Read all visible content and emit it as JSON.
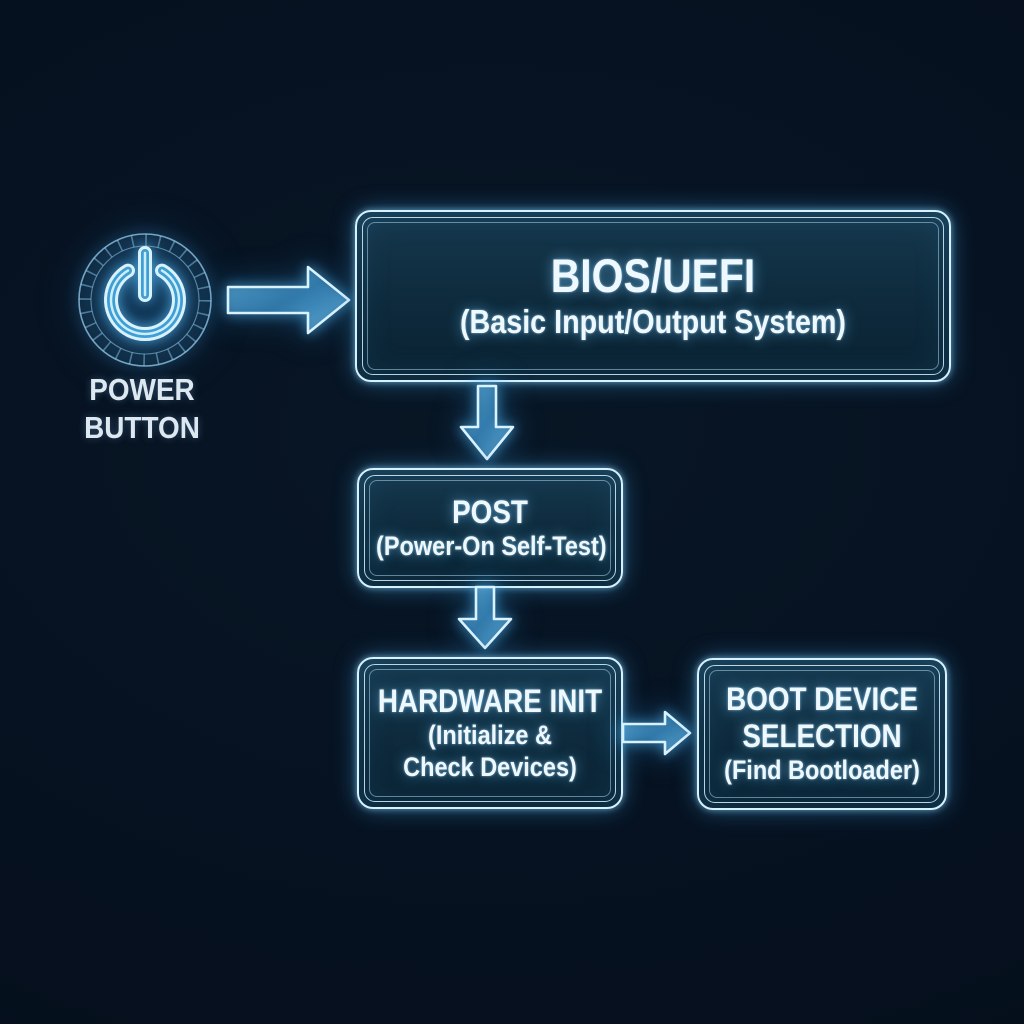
{
  "diagram": {
    "title_semantic": "Computer boot process flow",
    "background_color": "#061120",
    "accent_glow_color": "#4fb4e8",
    "line_color": "#d8f1ff",
    "text_color": "#eef8ff",
    "box_fill_color": "#0e2a3c"
  },
  "power": {
    "label_line1": "POWER",
    "label_line2": "BUTTON",
    "icon": "power-icon"
  },
  "nodes": {
    "bios": {
      "title": "BIOS/UEFI",
      "subtitle": "(Basic Input/Output System)"
    },
    "post": {
      "title": "POST",
      "subtitle": "(Power-On Self-Test)"
    },
    "hwinit": {
      "title": "HARDWARE INIT",
      "subtitle_line1": "(Initialize &",
      "subtitle_line2": "Check Devices)"
    },
    "boot": {
      "title_line1": "BOOT DEVICE",
      "title_line2": "SELECTION",
      "subtitle": "(Find Bootloader)"
    }
  },
  "connectors": [
    {
      "icon": "arrow-right-icon",
      "from": "power-button",
      "to": "bios"
    },
    {
      "icon": "arrow-down-icon",
      "from": "bios",
      "to": "post"
    },
    {
      "icon": "arrow-down-icon",
      "from": "post",
      "to": "hwinit"
    },
    {
      "icon": "arrow-right-icon",
      "from": "hwinit",
      "to": "boot"
    }
  ]
}
